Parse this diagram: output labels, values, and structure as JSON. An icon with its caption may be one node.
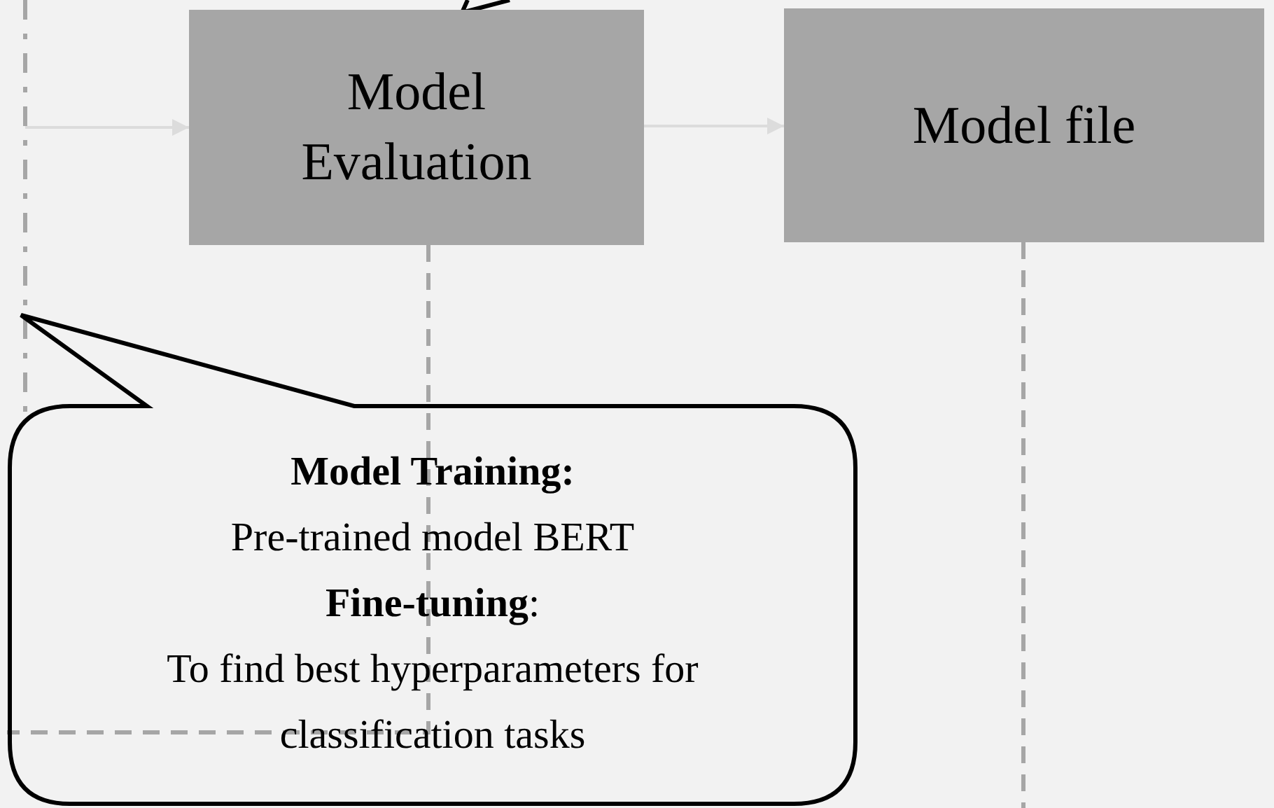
{
  "diagram": {
    "nodes": [
      {
        "text": [
          "Model Evaluation"
        ]
      },
      {
        "text": [
          "Model file"
        ]
      },
      {
        "text": [
          "Model Training:",
          "Pre-trained model BERT",
          "**Fine-tuning**:",
          "To find best hyperparameters for classification tasks"
        ]
      }
    ],
    "edges": [
      {
        "from": null,
        "to": 0,
        "arrow": "to"
      },
      {
        "from": 0,
        "to": 1,
        "arrow": "to"
      },
      {
        "from": 0,
        "to": 2,
        "arrow": "none",
        "style": "dashed",
        "color": "#a6a6a6"
      },
      {
        "from": 1,
        "to": null,
        "arrow": "none",
        "style": "dashed",
        "color": "#a6a6a6"
      }
    ]
  }
}
